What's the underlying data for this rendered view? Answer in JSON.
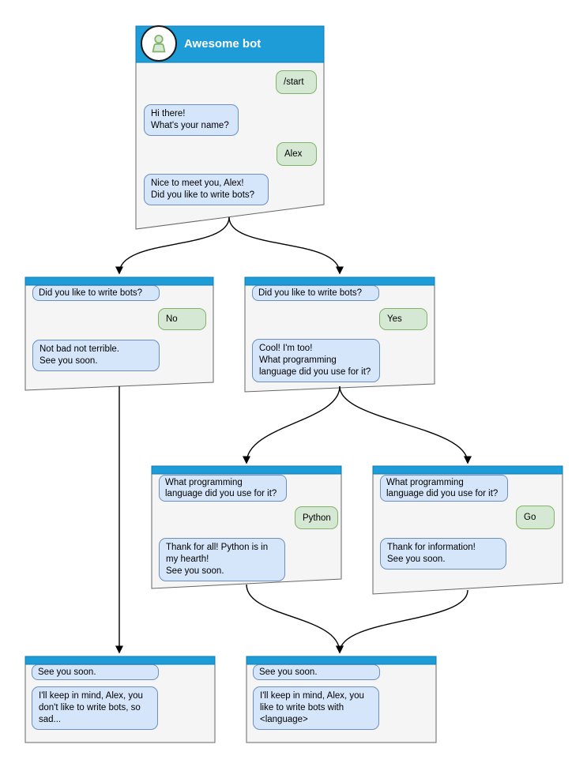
{
  "app": {
    "title": "Awesome bot"
  },
  "colors": {
    "header_blue": "#1E9CD7",
    "header_border": "#0F7CB4",
    "window_fill": "#F5F5F5",
    "window_border": "#666666",
    "bot_bubble_fill": "#D6E6FA",
    "bot_bubble_border": "#6C8EBF",
    "user_bubble_fill": "#D5E8D4",
    "user_bubble_border": "#82B366",
    "arrow": "#000000",
    "avatar_icon_fill": "#D5E8D4",
    "avatar_icon_stroke": "#82B366"
  },
  "windows": {
    "main": {
      "title": "Awesome bot",
      "messages": [
        {
          "from": "user",
          "text": "/start"
        },
        {
          "from": "bot",
          "text": "Hi there!\nWhat's your name?"
        },
        {
          "from": "user",
          "text": "Alex"
        },
        {
          "from": "bot",
          "text": "Nice to meet you, Alex!\nDid you like to write bots?"
        }
      ]
    },
    "branch_no": {
      "messages": [
        {
          "from": "bot",
          "text": "Did you like to write bots?"
        },
        {
          "from": "user",
          "text": "No"
        },
        {
          "from": "bot",
          "text": "Not bad not terrible.\nSee you soon."
        }
      ]
    },
    "branch_yes": {
      "messages": [
        {
          "from": "bot",
          "text": "Did you like to write bots?"
        },
        {
          "from": "user",
          "text": "Yes"
        },
        {
          "from": "bot",
          "text": "Cool! I'm too!\nWhat programming\nlanguage did you use for it?"
        }
      ]
    },
    "branch_python": {
      "messages": [
        {
          "from": "bot",
          "text": "What programming\nlanguage did you use for it?"
        },
        {
          "from": "user",
          "text": "Python"
        },
        {
          "from": "bot",
          "text": "Thank for all! Python is in\nmy hearth!\nSee you soon."
        }
      ]
    },
    "branch_go": {
      "messages": [
        {
          "from": "bot",
          "text": "What programming\nlanguage did you use for it?"
        },
        {
          "from": "user",
          "text": "Go"
        },
        {
          "from": "bot",
          "text": "Thank for information!\nSee you soon."
        }
      ]
    },
    "end_no": {
      "messages": [
        {
          "from": "bot",
          "text": "See you soon."
        },
        {
          "from": "bot",
          "text": "I'll keep in mind, Alex, you\ndon't like to write bots, so\nsad..."
        }
      ]
    },
    "end_language": {
      "messages": [
        {
          "from": "bot",
          "text": "See you soon."
        },
        {
          "from": "bot",
          "text": "I'll keep in mind, Alex, you\nlike to write bots with\n<language>"
        }
      ]
    }
  },
  "edges": [
    {
      "from": "main",
      "to": "branch_no"
    },
    {
      "from": "main",
      "to": "branch_yes"
    },
    {
      "from": "branch_yes",
      "to": "branch_python"
    },
    {
      "from": "branch_yes",
      "to": "branch_go"
    },
    {
      "from": "branch_no",
      "to": "end_no"
    },
    {
      "from": "branch_python",
      "to": "end_language"
    },
    {
      "from": "branch_go",
      "to": "end_language"
    }
  ]
}
